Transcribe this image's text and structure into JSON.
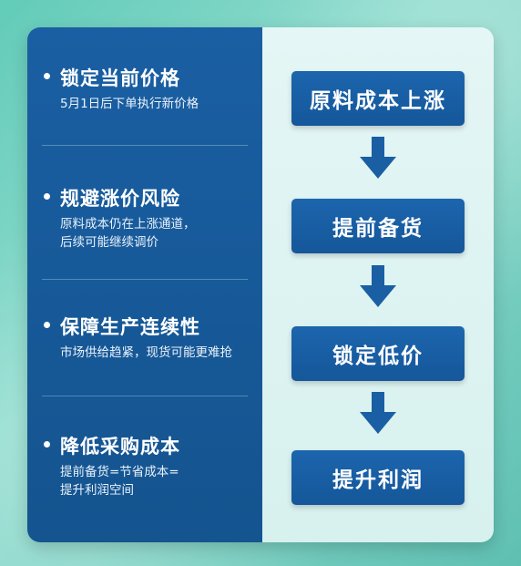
{
  "left_items": [
    {
      "title": "锁定当前价格",
      "desc": [
        "5月1日后下单执行新价格"
      ]
    },
    {
      "title": "规避涨价风险",
      "desc": [
        "原料成本仍在上涨通道，",
        "后续可能继续调价"
      ]
    },
    {
      "title": "保障生产连续性",
      "desc": [
        "市场供给趋紧，现货可能更难抢"
      ]
    },
    {
      "title": "降低采购成本",
      "desc": [
        "提前备货=节省成本=",
        "提升利润空间"
      ]
    }
  ],
  "flow_steps": [
    "原料成本上涨",
    "提前备货",
    "锁定低价",
    "提升利润"
  ],
  "colors": {
    "panel_blue": "#1a5fa3",
    "panel_light": "#e4f6f5",
    "arrow_blue": "#1a5fa3",
    "background": "#63cbb9"
  }
}
